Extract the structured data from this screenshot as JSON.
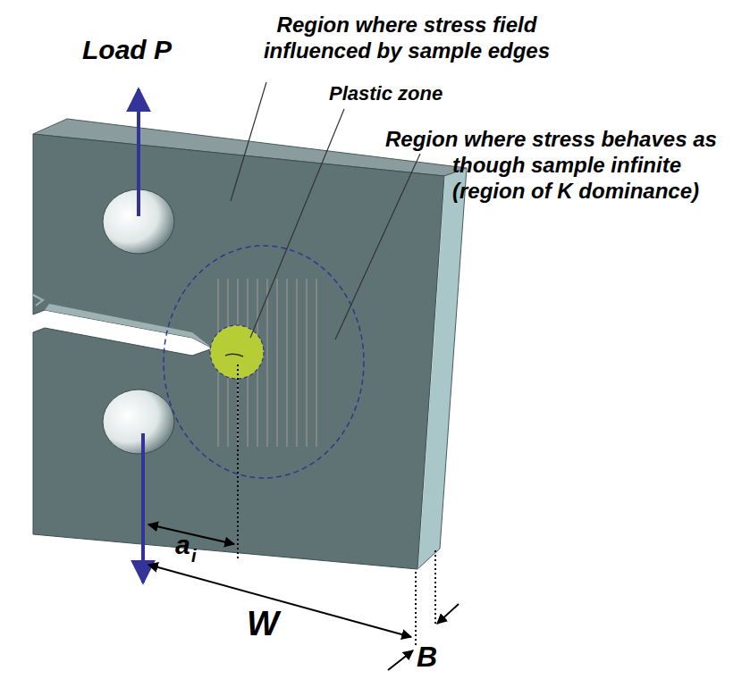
{
  "diagram": {
    "labels": [
      "Load P",
      "Region where stress field influenced by sample edges",
      "Plastic zone",
      "Region where stress behaves as though sample infinite (region of K dominance)",
      "a",
      "i",
      "W",
      "B"
    ]
  }
}
